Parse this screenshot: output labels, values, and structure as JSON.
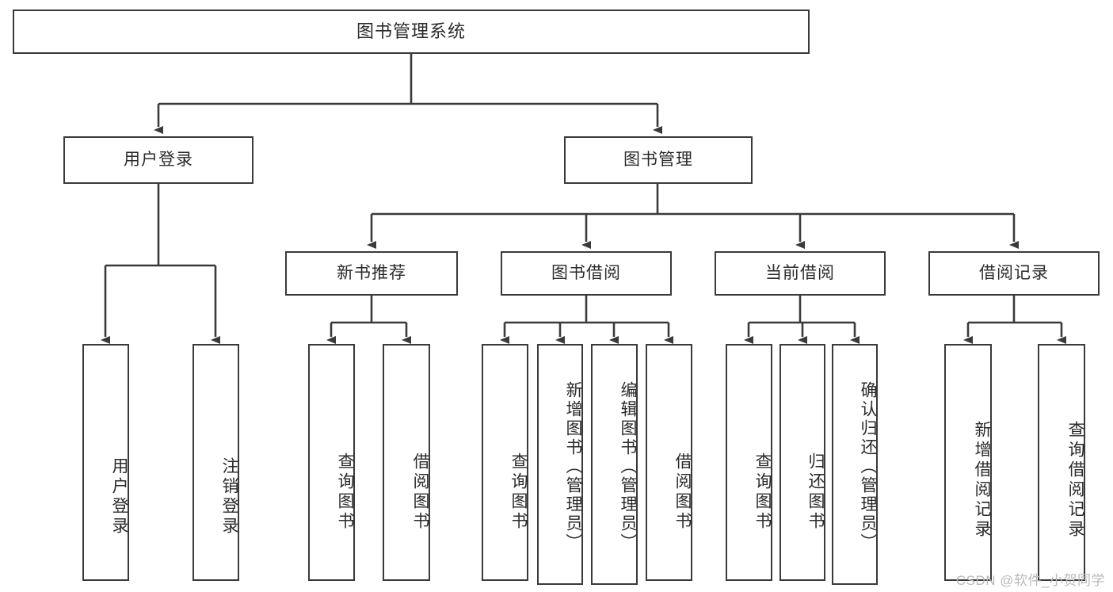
{
  "diagram": {
    "title": "图书管理系统",
    "watermark": "CSDN @软件_小贺同学",
    "level2": {
      "user_login": "用户登录",
      "book_manage": "图书管理"
    },
    "level3": {
      "new_book_rec": "新书推荐",
      "book_borrow": "图书借阅",
      "current_borrow": "当前借阅",
      "borrow_record": "借阅记录"
    },
    "leaves": {
      "user_login_1": "用户登录",
      "user_login_2": "注销登录",
      "new_book_1": "查询图书",
      "new_book_2": "借阅图书",
      "borrow_1": "查询图书",
      "borrow_2": "新增图书（管理员）",
      "borrow_3": "编辑图书（管理员）",
      "borrow_4": "借阅图书",
      "current_1": "查询图书",
      "current_2": "归还图书",
      "current_3": "确认归还（管理员）",
      "record_1": "新增借阅记录",
      "record_2": "查询借阅记录"
    },
    "colors": {
      "stroke": "#3a3a3a",
      "fill": "#ffffff",
      "text": "#2b2b2b",
      "watermark": "#b9b9b9"
    }
  }
}
